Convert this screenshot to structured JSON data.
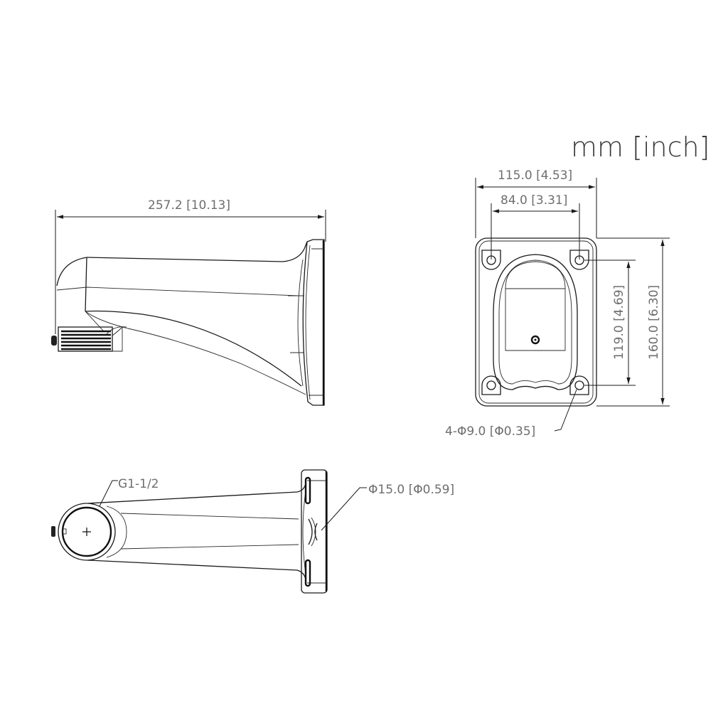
{
  "units_label": "mm [inch]",
  "side_view": {
    "overall_length": "257.2 [10.13]"
  },
  "top_view": {
    "thread_label": "G1-1/2",
    "cable_hole": "Φ15.0 [Φ0.59]"
  },
  "base_plate_view": {
    "width_outer": "115.0 [4.53]",
    "width_holes": "84.0 [3.31]",
    "height_holes": "119.0 [4.69]",
    "height_outer": "160.0 [6.30]",
    "mount_holes": "4-Φ9.0 [Φ0.35]"
  },
  "colors": {
    "line": "#1a1a1a",
    "dimension_text": "#6e6e6e",
    "background": "#ffffff"
  }
}
